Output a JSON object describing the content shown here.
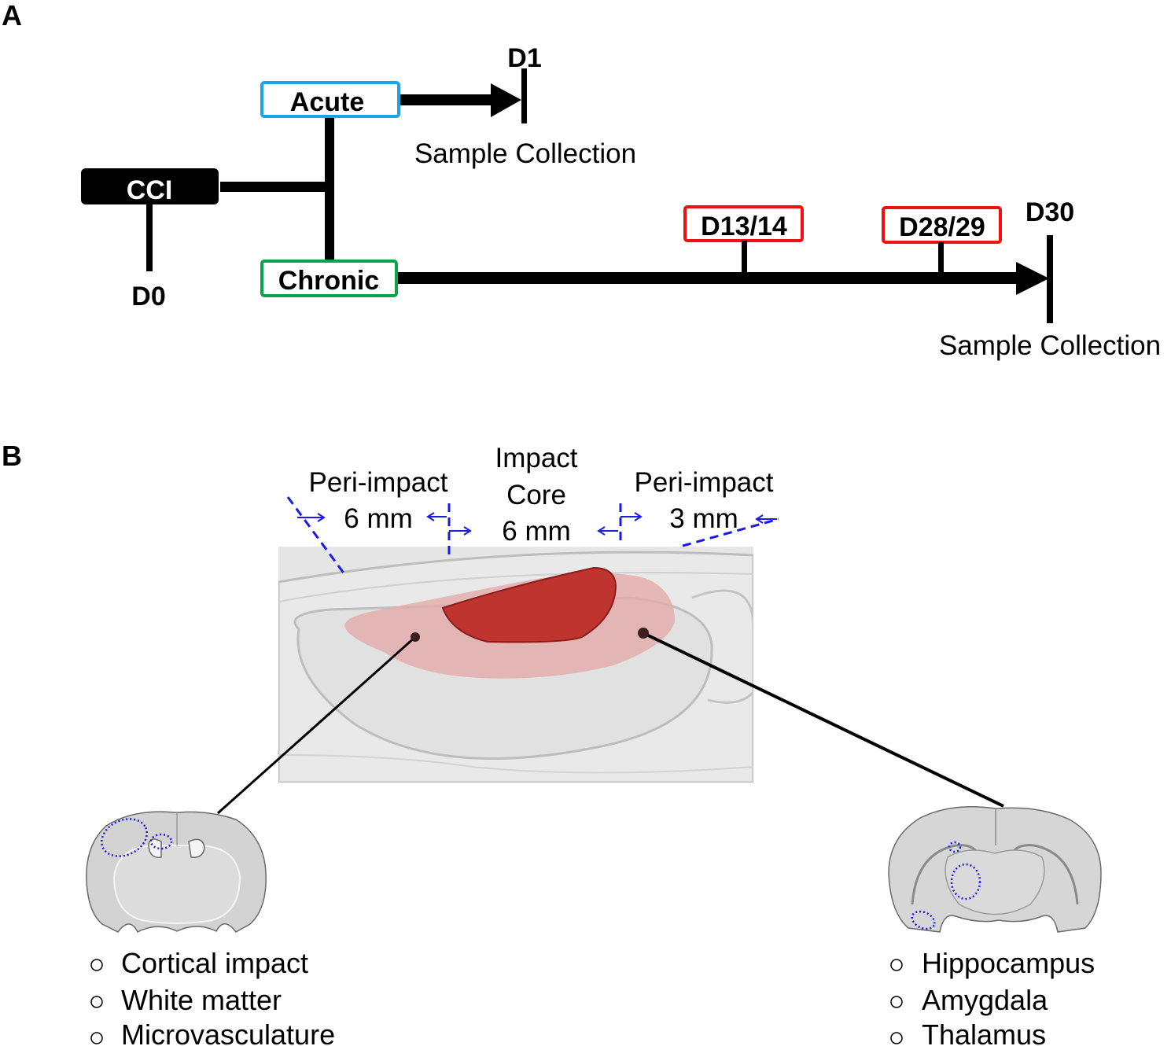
{
  "panel_a": {
    "letter": "A",
    "start": {
      "label": "CCI",
      "day": "D0"
    },
    "acute": {
      "label": "Acute",
      "border_color": "#1aa3e6",
      "endpoint_day": "D1",
      "endpoint_text": "Sample Collection"
    },
    "chronic": {
      "label": "Chronic",
      "border_color": "#0aa24a",
      "milestones": [
        {
          "label": "D13/14",
          "border_color": "#ee1111"
        },
        {
          "label": "D28/29",
          "border_color": "#ee1111"
        }
      ],
      "endpoint_day": "D30",
      "endpoint_text": "Sample Collection"
    }
  },
  "panel_b": {
    "letter": "B",
    "regions": [
      {
        "title": "Peri-impact",
        "size": "6 mm"
      },
      {
        "title_line1": "Impact",
        "title_line2": "Core",
        "size": "6 mm"
      },
      {
        "title": "Peri-impact",
        "size": "3 mm"
      }
    ],
    "colors": {
      "marker_dashes": "#1a1ae6",
      "impact_core": "#c0342f",
      "peri_impact": "#e3aaa9",
      "brain_fill": "#e4e4e4"
    },
    "left_section": {
      "bullet": "○",
      "items": [
        "Cortical impact",
        "White matter",
        "Microvasculature"
      ]
    },
    "right_section": {
      "bullet": "○",
      "items": [
        "Hippocampus",
        "Amygdala",
        "Thalamus"
      ]
    }
  }
}
